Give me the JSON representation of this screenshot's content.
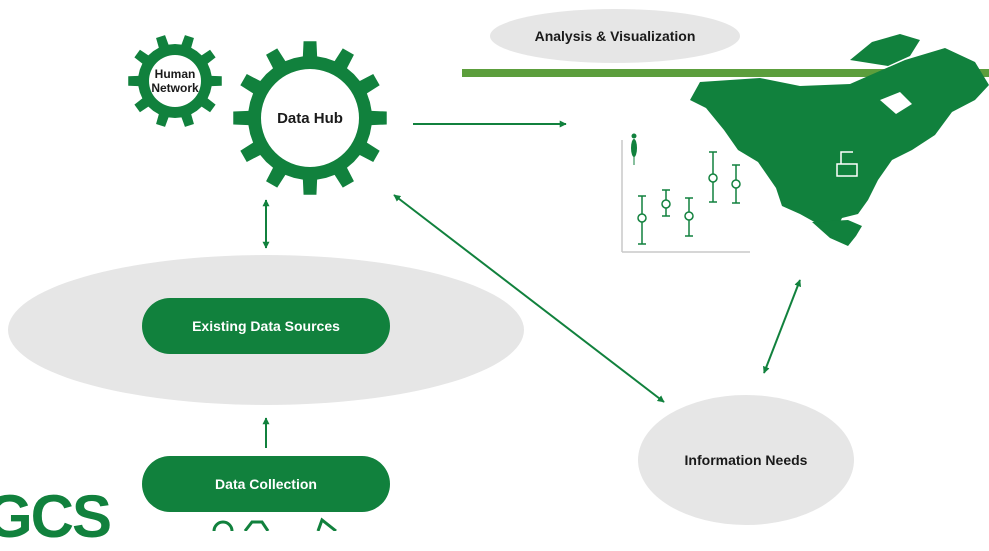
{
  "nodes": {
    "human_network": "Human\nNetwork",
    "data_hub": "Data Hub",
    "analysis_visualization": "Analysis & Visualization",
    "existing_data_sources": "Existing Data Sources",
    "data_collection": "Data Collection",
    "information_needs": "Information Needs"
  },
  "logo_text": "GCS",
  "colors": {
    "green": "#11813d",
    "bar_green": "#5c9e3c",
    "ellipse_gray": "#e6e6e6",
    "text_dark": "#1a1a1a",
    "white": "#ffffff"
  },
  "icons": {
    "gear": "gear-icon",
    "map": "north-america-map-icon",
    "plot": "error-bar-plot-icon",
    "insect": "insect-icon"
  }
}
